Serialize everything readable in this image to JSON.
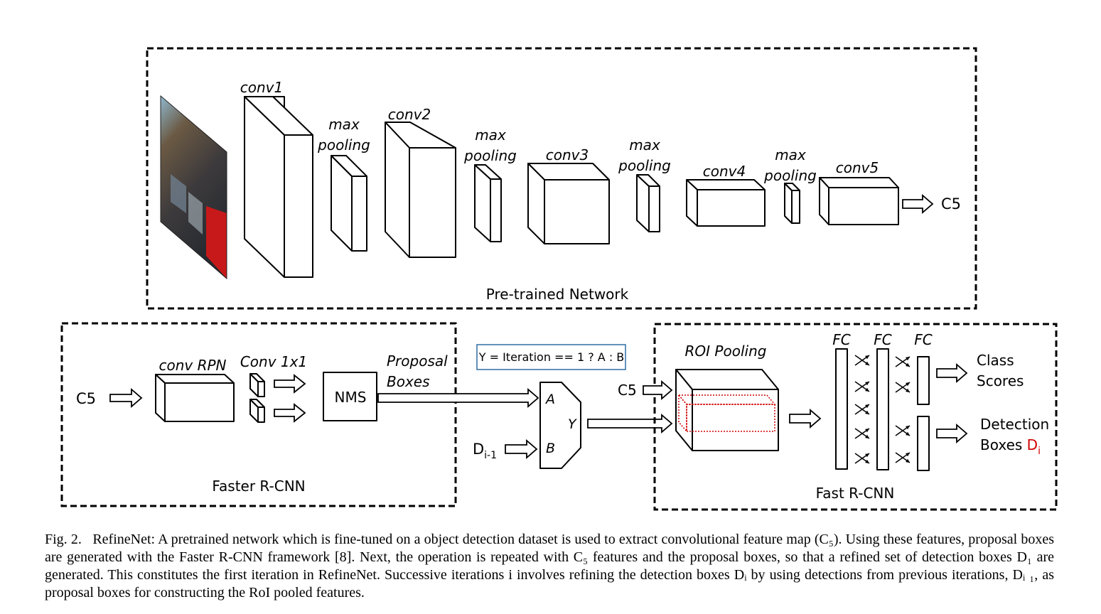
{
  "top": {
    "layers": [
      "conv1",
      "max\npooling",
      "conv2",
      "max\npooling",
      "conv3",
      "max\npooling",
      "conv4",
      "max\npooling",
      "conv5"
    ],
    "output": "C5",
    "label": "Pre-trained Network"
  },
  "faster": {
    "input": "C5",
    "conv_rpn": "conv RPN",
    "conv1x1": "Conv 1x1",
    "nms": "NMS",
    "proposal": "Proposal\nBoxes",
    "label": "Faster R-CNN"
  },
  "mux": {
    "condition": "Y = Iteration == 1 ? A : B",
    "a": "A",
    "b": "B",
    "y": "Y",
    "d_prev_main": "D",
    "d_prev_sub": "i-1",
    "condition_color": "#1a9a4a",
    "condition_border": "#2e6da4",
    "d_color": "#c00000"
  },
  "fast": {
    "c5": "C5",
    "roi": "ROI Pooling",
    "fc": [
      "FC",
      "FC",
      "FC"
    ],
    "class_scores": "Class\nScores",
    "detection_main": "Detection\nBoxes ",
    "detection_d": "D",
    "detection_sub": "i",
    "label": "Fast R-CNN",
    "roi_color": "#d00000"
  },
  "caption": {
    "fig": "Fig. 2.",
    "text": "RefineNet: A pretrained network which is fine-tuned on a object detection dataset is used to extract convolutional feature map (C₅). Using these features, proposal boxes are generated with the Faster R-CNN framework [8]. Next, the operation is repeated with C₅ features and the proposal boxes, so that a refined set of detection boxes D₁ are generated. This constitutes the first iteration in RefineNet. Successive iterations i involves refining the detection boxes Dᵢ by using detections from previous iterations, Dᵢ  ₁, as proposal boxes for constructing the RoI pooled features."
  }
}
